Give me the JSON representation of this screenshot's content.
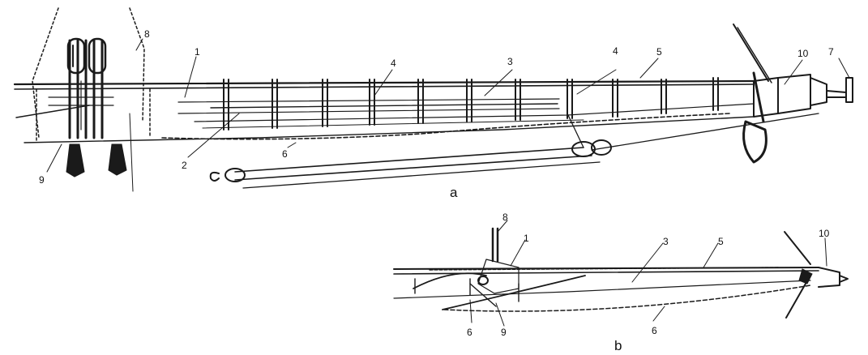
{
  "figure_a": {
    "caption": "a",
    "labels": {
      "l1": "1",
      "l2": "2",
      "l3": "3",
      "l4a": "4",
      "l4b": "4",
      "l5": "5",
      "l6": "6",
      "l7": "7",
      "l8": "8",
      "l9": "9",
      "l10": "10"
    }
  },
  "figure_b": {
    "caption": "b",
    "labels": {
      "l1": "1",
      "l3": "3",
      "l5": "5",
      "l6a": "6",
      "l6b": "6",
      "l8": "8",
      "l9": "9",
      "l10": "10"
    }
  }
}
